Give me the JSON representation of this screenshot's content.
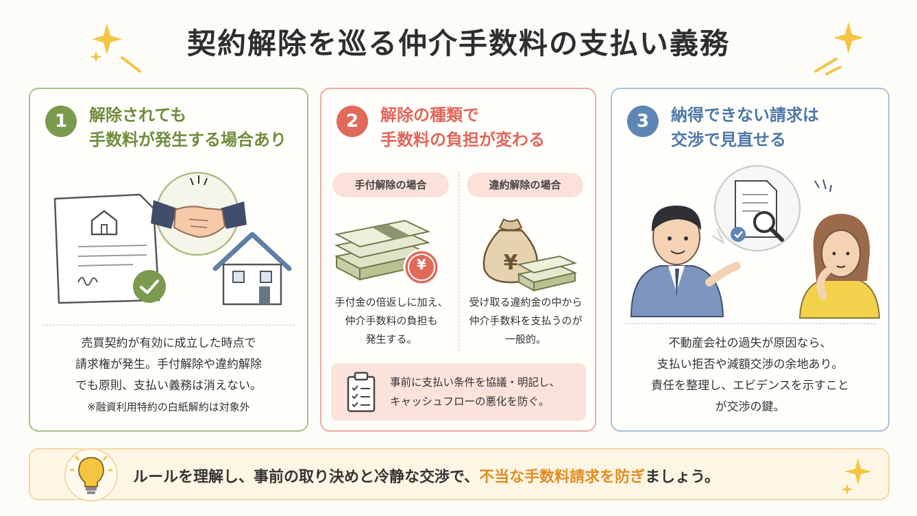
{
  "title": "契約解除を巡る仲介手数料の支払い義務",
  "accent_colors": {
    "green": "#7c9a4d",
    "red": "#e06a5a",
    "blue": "#5e86b4",
    "orange": "#e48a1f"
  },
  "cards": [
    {
      "number": "1",
      "title_line1": "解除されても",
      "title_line2": "手数料が発生する場合あり",
      "body": [
        "売買契約が有効に成立した時点で",
        "請求権が発生。手付解除や違約解除",
        "でも原則、支払い義務は消えない。",
        "※融資利用特約の白紙解約は対象外"
      ],
      "icons": [
        "contract-document-icon",
        "handshake-icon",
        "house-icon",
        "check-icon"
      ]
    },
    {
      "number": "2",
      "title_line1": "解除の種類で",
      "title_line2": "手数料の負担が変わる",
      "left_pill": "手付解除の場合",
      "right_pill": "違約解除の場合",
      "left_text": [
        "手付金の倍返しに加え、",
        "仲介手数料の負担も",
        "発生する。"
      ],
      "right_text": [
        "受け取る違約金の中から",
        "仲介手数料を支払うのが",
        "一般的。"
      ],
      "yen_symbol": "¥",
      "note": [
        "事前に支払い条件を協議・明記し、",
        "キャッシュフローの悪化を防ぐ。"
      ],
      "icons": [
        "money-stack-icon",
        "yen-coin-icon",
        "money-bag-icon",
        "clipboard-checklist-icon"
      ]
    },
    {
      "number": "3",
      "title_line1": "納得できない請求は",
      "title_line2": "交渉で見直せる",
      "body": [
        "不動産会社の過失が原因なら、",
        "支払い拒否や減額交渉の余地あり。",
        "責任を整理し、エビデンスを示すこと",
        "が交渉の鍵。"
      ],
      "icons": [
        "businessman-icon",
        "document-magnifier-icon",
        "woman-thinking-icon"
      ]
    }
  ],
  "footer": {
    "text_before": "ルールを理解し、事前の取り決めと冷静な交渉で、",
    "text_highlight": "不当な手数料請求を防ぎ",
    "text_after": "ましょう。",
    "icon": "lightbulb-icon"
  }
}
